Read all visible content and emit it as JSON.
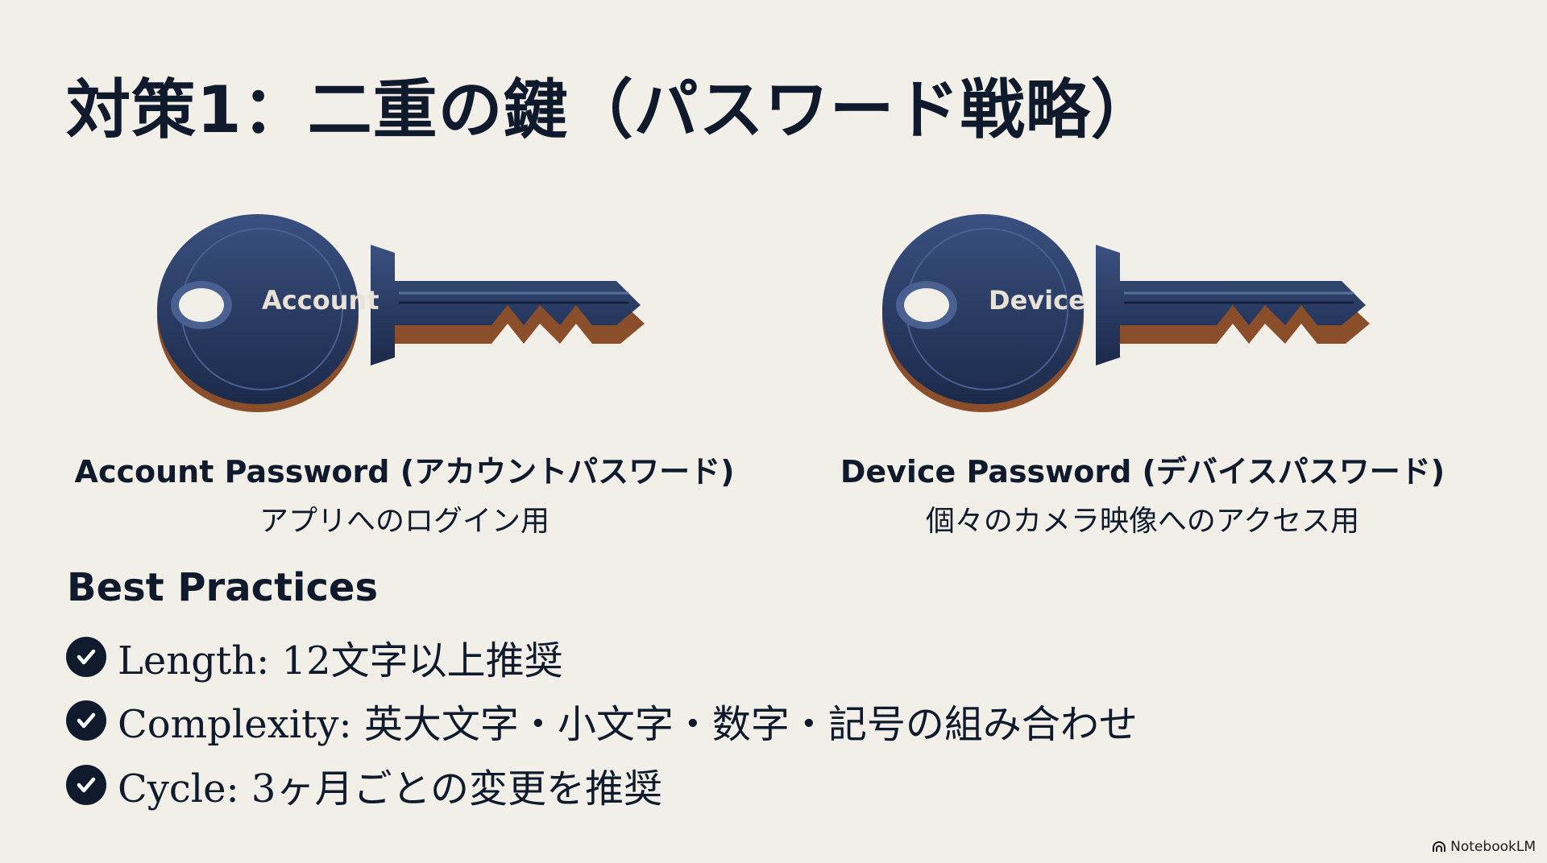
{
  "title": "対策1：二重の鍵（パスワード戦略）",
  "keys": [
    {
      "label": "Account",
      "heading": "Account Password (アカウントパスワード)",
      "subtitle": "アプリへのログイン用"
    },
    {
      "label": "Device",
      "heading": "Device Password (デバイスパスワード)",
      "subtitle": "個々のカメラ映像へのアクセス用"
    }
  ],
  "best_practices": {
    "title": "Best Practices",
    "items": [
      "Length: 12文字以上推奨",
      "Complexity: 英大文字・小文字・数字・記号の組み合わせ",
      "Cycle: 3ヶ月ごとの変更を推奨"
    ]
  },
  "brand": "NotebookLM",
  "colors": {
    "key_body": "#26385e",
    "key_edge": "#9a5a32",
    "text": "#0f1a2c",
    "background": "#f2efe8"
  }
}
